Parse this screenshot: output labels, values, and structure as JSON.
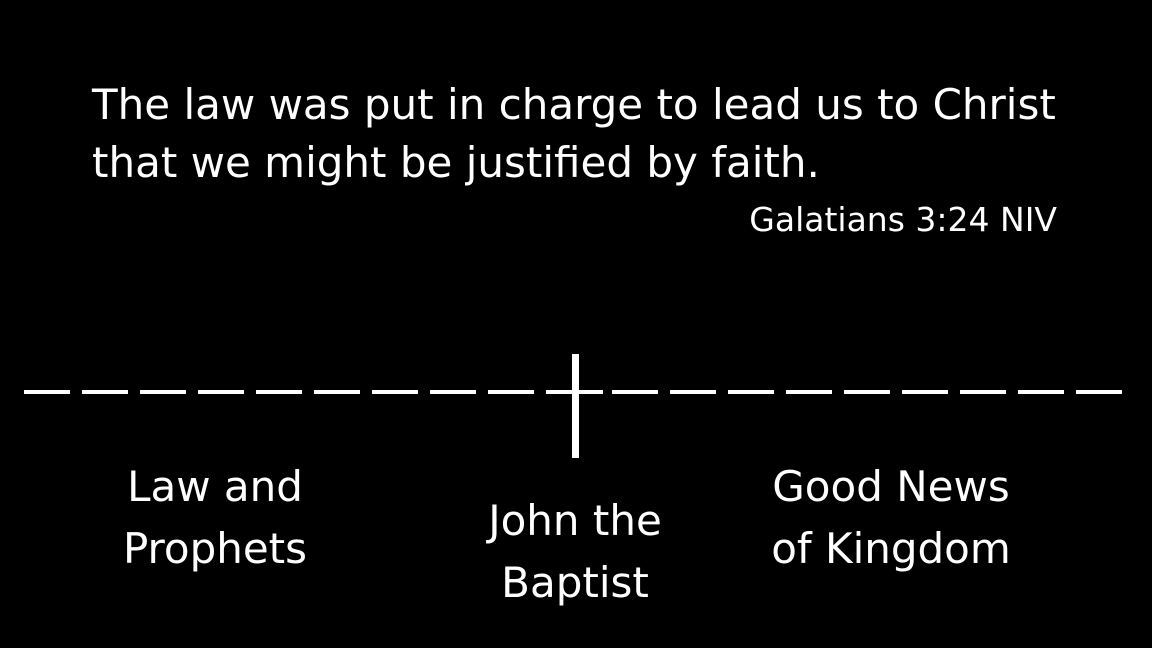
{
  "verse": {
    "line1": "The law was put in charge to lead us to Christ",
    "line2": "that we might be justified by faith."
  },
  "reference": "Galatians 3:24 NIV",
  "timeline": {
    "left": {
      "line1": "Law and",
      "line2": "Prophets"
    },
    "center": {
      "line1": "John the",
      "line2": "Baptist"
    },
    "right": {
      "line1": "Good News",
      "line2": "of Kingdom"
    }
  },
  "colors": {
    "background": "#000000",
    "foreground": "#ffffff"
  }
}
